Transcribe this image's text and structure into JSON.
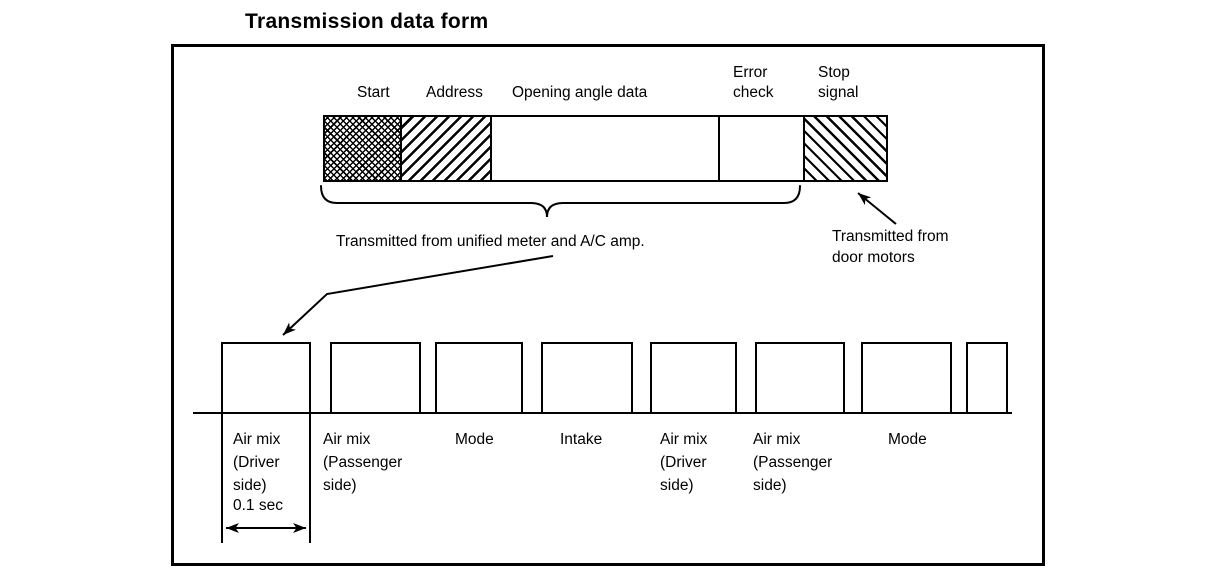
{
  "title": "Transmission data form",
  "colors": {
    "ink": "#000000",
    "paper": "#ffffff"
  },
  "top_bar": {
    "segments": [
      {
        "label": "Start",
        "pattern": "dense-crosshatch"
      },
      {
        "label": "Address",
        "pattern": "diagonal-rising-hatch"
      },
      {
        "label": "Opening angle data",
        "pattern": "plain"
      },
      {
        "label": "Error\ncheck",
        "pattern": "plain"
      },
      {
        "label": "Stop\nsignal",
        "pattern": "diagonal-falling-hatch"
      }
    ],
    "brace_caption": "Transmitted from unified meter and A/C amp.",
    "door_caption": "Transmitted from\ndoor motors"
  },
  "pulse_train": {
    "interval_label": "0.1 sec",
    "pulse_labels": [
      "Air mix\n(Driver\nside)",
      "Air mix\n(Passenger\nside)",
      "Mode",
      "Intake",
      "Air mix\n(Driver\nside)",
      "Air mix\n(Passenger\nside)",
      "Mode",
      ""
    ]
  }
}
